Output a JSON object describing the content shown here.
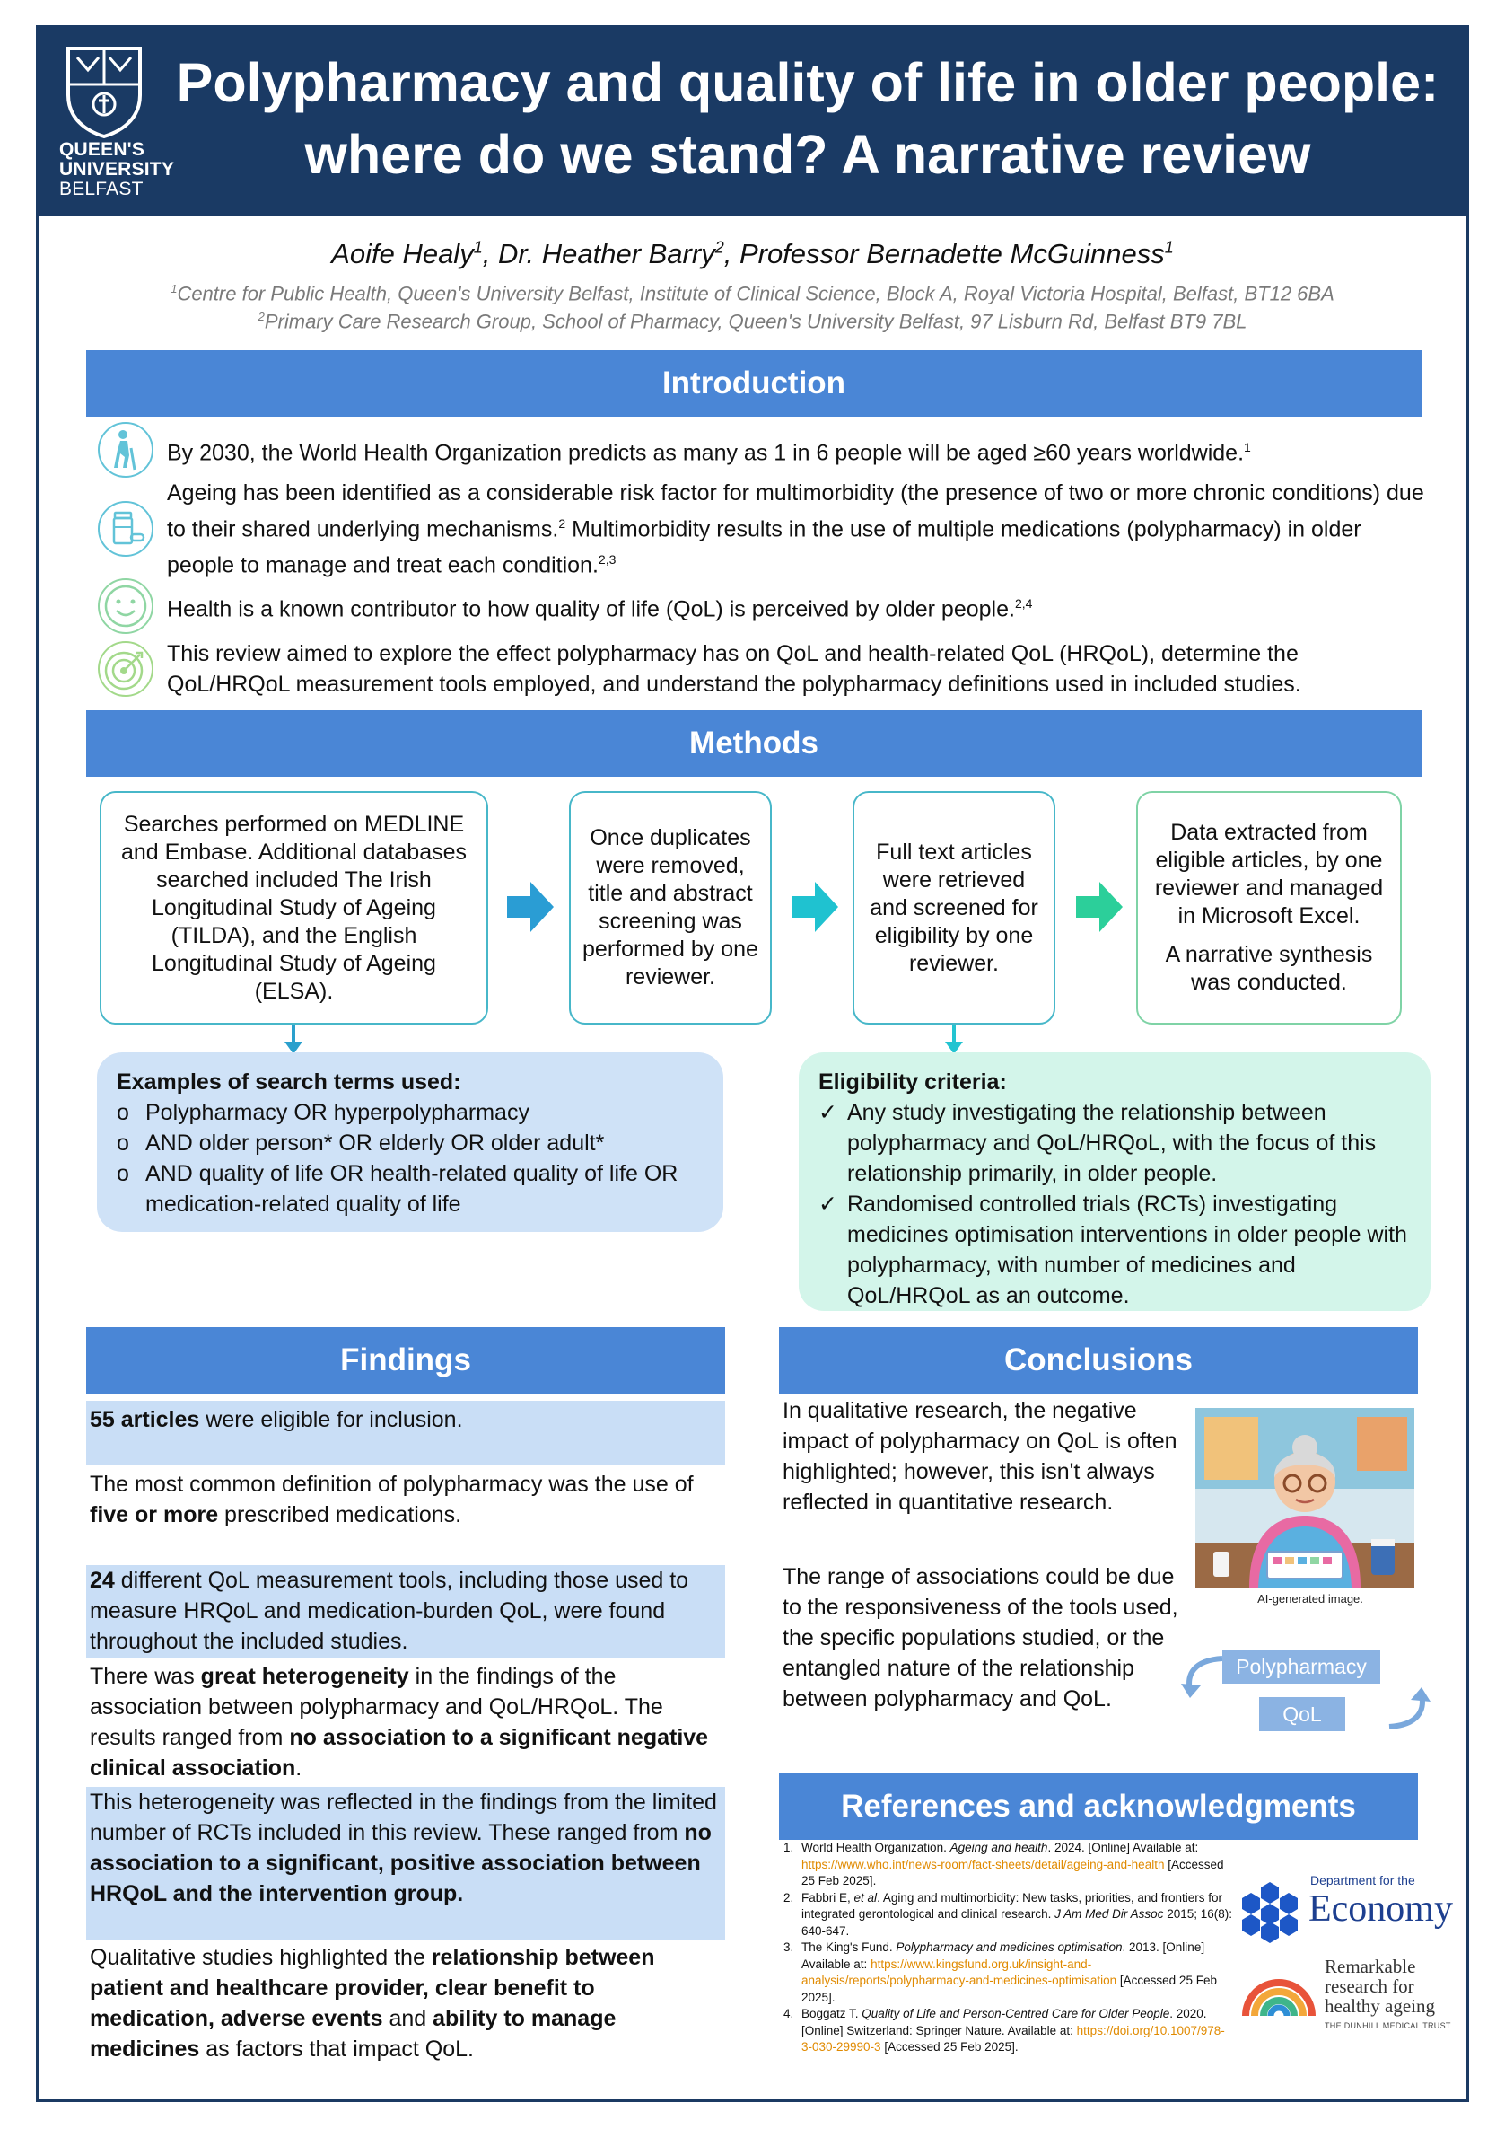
{
  "header": {
    "university_line1": "QUEEN'S",
    "university_line2": "UNIVERSITY",
    "university_line3": "BELFAST",
    "title_line1": "Polypharmacy and quality of life in older people:",
    "title_line2": "where do we stand? A narrative review"
  },
  "authors": {
    "a1": "Aoife Healy",
    "a1_sup": "1",
    "a2": ", Dr. Heather Barry",
    "a2_sup": "2",
    "a3": ", Professor Bernadette McGuinness",
    "a3_sup": "1",
    "aff1_sup": "1",
    "aff1": "Centre for Public Health, Queen's University Belfast, Institute of Clinical Science, Block A, Royal Victoria Hospital, Belfast, BT12 6BA",
    "aff2_sup": "2",
    "aff2": "Primary Care Research Group, School of Pharmacy, Queen's University Belfast, 97 Lisburn Rd, Belfast BT9 7BL"
  },
  "introduction": {
    "heading": "Introduction",
    "p1": "By 2030, the World Health Organization predicts as many as 1 in 6 people will be aged ≥60 years worldwide.",
    "p1_sup": "1",
    "p2a": "Ageing has been identified as a considerable risk factor for multimorbidity (the presence of two or more chronic conditions) due to their shared underlying mechanisms.",
    "p2_sup1": "2",
    "p2b": " Multimorbidity results in the use of multiple medications (polypharmacy) in older people to manage and treat each condition.",
    "p2_sup2": "2,3",
    "p3": "Health is a known contributor to how quality of life (QoL) is perceived by older people.",
    "p3_sup": "2,4",
    "p4": "This review aimed to explore the effect polypharmacy has on QoL and health-related QoL (HRQoL), determine the QoL/HRQoL measurement tools employed, and understand the polypharmacy definitions used in included studies."
  },
  "methods": {
    "heading": "Methods",
    "box1": "Searches performed on MEDLINE and Embase. Additional databases searched included The Irish Longitudinal Study of Ageing (TILDA), and the English Longitudinal Study of Ageing (ELSA).",
    "box2": "Once duplicates were removed, title and abstract screening was performed by one reviewer.",
    "box3": "Full text articles were retrieved and screened for eligibility by one reviewer.",
    "box4a": "Data extracted from eligible articles, by one reviewer and managed in Microsoft Excel.",
    "box4b": "A narrative synthesis was conducted.",
    "search_heading": "Examples of search terms used:",
    "search_bullet": "o",
    "search_terms": [
      "Polypharmacy OR hyperpolypharmacy",
      "AND older person* OR elderly OR older adult*",
      "AND quality of life OR health-related quality of life OR medication-related quality of life"
    ],
    "elig_heading": "Eligibility criteria:",
    "elig_bullet": "✓",
    "elig_items": [
      "Any study investigating the relationship between polypharmacy and QoL/HRQoL, with the focus of this relationship primarily, in older people.",
      "Randomised controlled trials (RCTs) investigating medicines optimisation interventions in older people with polypharmacy, with number of medicines and QoL/HRQoL as an outcome."
    ]
  },
  "findings": {
    "heading": "Findings",
    "f1_bold": "55 articles",
    "f1_rest": " were eligible for inclusion.",
    "f2_a": "The most common definition of polypharmacy was the use of ",
    "f2_bold": "five or more",
    "f2_b": " prescribed medications.",
    "f3_bold": "24",
    "f3_rest": " different QoL measurement tools, including those used to measure HRQoL and medication-burden QoL, were found throughout the included studies.",
    "f4_a": "There was ",
    "f4_b1": "great heterogeneity",
    "f4_c": " in the findings of the association between polypharmacy and QoL/HRQoL. The results ranged from ",
    "f4_b2": "no association to a significant negative clinical association",
    "f4_d": ".",
    "f5_a": "This heterogeneity was reflected in the findings from the limited number of RCTs included in this review. These ranged from ",
    "f5_b": "no association to a significant, positive association between HRQoL and the intervention group.",
    "f6_a": "Qualitative studies highlighted the ",
    "f6_b1": "relationship between patient and healthcare provider, clear benefit to medication, adverse events",
    "f6_c": " and ",
    "f6_b2": "ability to manage medicines",
    "f6_d": " as factors that impact QoL."
  },
  "conclusions": {
    "heading": "Conclusions",
    "c1": "In qualitative research, the negative impact of polypharmacy on QoL is often highlighted; however, this isn't always reflected in quantitative research.",
    "c2": "The range of associations could be due to the responsiveness of the tools used, the specific populations studied, or the entangled nature of the relationship between polypharmacy and QoL.",
    "image_caption": "AI-generated image.",
    "cycle_top": "Polypharmacy",
    "cycle_bottom": "QoL"
  },
  "references": {
    "heading": "References and acknowledgments",
    "r1_num": "1.",
    "r1_a": "World Health Organization. ",
    "r1_i": "Ageing and health",
    "r1_b": ". 2024. [Online] Available at: ",
    "r1_link": "https://www.who.int/news-room/fact-sheets/detail/ageing-and-health",
    "r1_c": " [Accessed 25 Feb 2025].",
    "r2_num": "2.",
    "r2_a": "Fabbri E, ",
    "r2_i1": "et al",
    "r2_b": ". Aging and multimorbidity: New tasks, priorities, and frontiers for integrated gerontological and clinical research. ",
    "r2_i2": "J Am Med Dir Assoc",
    "r2_c": " 2015; 16(8): 640-647.",
    "r3_num": "3.",
    "r3_a": "The King's Fund. ",
    "r3_i": "Polypharmacy and medicines optimisation",
    "r3_b": ". 2013. [Online] Available at: ",
    "r3_link": "https://www.kingsfund.org.uk/insight-and-analysis/reports/polypharmacy-and-medicines-optimisation",
    "r3_c": " [Accessed 25 Feb 2025].",
    "r4_num": "4.",
    "r4_a": "Boggatz T. ",
    "r4_i": "Quality of Life and Person-Centred Care for Older People",
    "r4_b": ". 2020. [Online] Switzerland: Springer Nature. Available at: ",
    "r4_link": "https://doi.org/10.1007/978-3-030-29990-3",
    "r4_c": " [Accessed 25 Feb 2025].",
    "dept_small": "Department for the",
    "dept_big": "Economy",
    "dunhill_l1": "Remarkable",
    "dunhill_l2": "research for",
    "dunhill_l3": "healthy ageing",
    "dunhill_small": "THE DUNHILL MEDICAL TRUST"
  },
  "colors": {
    "navy": "#1a3a64",
    "section_blue": "#4a86d6",
    "highlight": "#c9def6",
    "eligibility_bg": "#d3f5ea",
    "search_bg": "#cfe2f7",
    "link": "#e08a00"
  }
}
